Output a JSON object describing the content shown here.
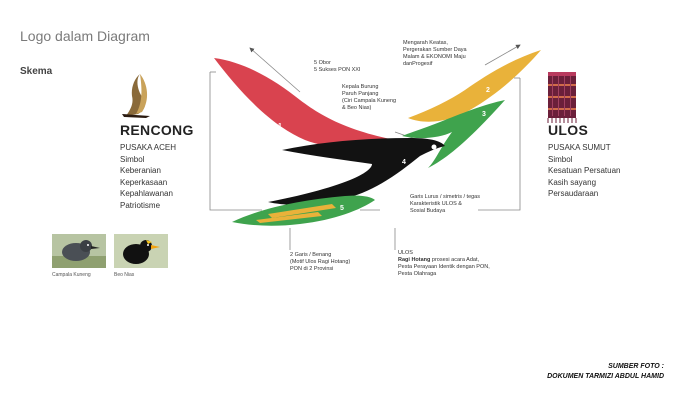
{
  "title": "Logo dalam Diagram",
  "section": "Skema",
  "left_panel": {
    "heading": "RENCONG",
    "items": [
      "PUSAKA ACEH",
      "Simbol",
      "Keberanian",
      "Keperkasaan",
      "Kepahlawanan",
      "Patriotisme"
    ]
  },
  "right_panel": {
    "heading": "ULOS",
    "items": [
      "PUSAKA SUMUT",
      "Simbol",
      "Kesatuan Persatuan",
      "Kasih sayang",
      "Persaudaraan"
    ]
  },
  "annotations": {
    "obor": [
      "5 Obor",
      "5 Sukses PON XXI"
    ],
    "mengarah": [
      "Mengarah Keatas,",
      "Pergerakan Sumber Daya",
      "Malam & EKONOMI Maju",
      "danProgesif"
    ],
    "kepala": [
      "Kepala Burung",
      "Paruh Panjang",
      "(Ciri Campala Kuneng",
      "& Beo Nias)"
    ],
    "garis": [
      "Garis Lurus / simetris / tegas",
      "Karakteristik ULOS &",
      "Sosial Budaya"
    ],
    "benang": [
      "2 Garis / Benang",
      "(Motif Ulos Ragi Hotang)",
      "PON di 2 Provinsi"
    ],
    "ulos_title": "ULOS",
    "ulos_bold": "Ragi Hotang",
    "ulos_rest": " prosesi acara Adat,",
    "ulos_lines": [
      "Pesta Perayaan Identik dengan PON,",
      "Pesta Olahraga"
    ]
  },
  "shape_numbers": [
    "1",
    "2",
    "3",
    "4",
    "5"
  ],
  "birds": [
    "Campala Kuneng",
    "Beo Nias"
  ],
  "source": [
    "SUMBER FOTO :",
    "DOKUMEN TARMIZI ABDUL HAMID"
  ],
  "colors": {
    "red": "#d9434f",
    "yellow": "#e9b23a",
    "green": "#3fa34d",
    "black": "#121212"
  }
}
